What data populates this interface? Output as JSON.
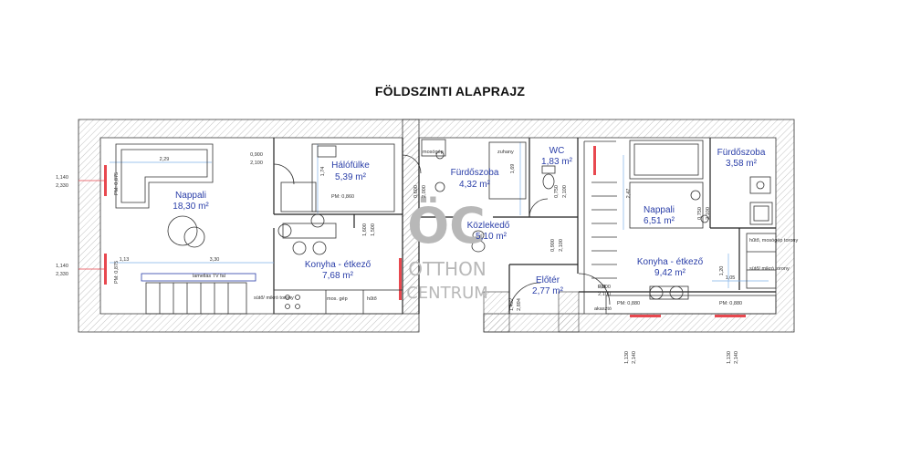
{
  "title": "FÖLDSZINTI ALAPRAJZ",
  "watermark": {
    "logo": "ÖC",
    "line1": "OTTHON",
    "line2": "CENTRUM"
  },
  "colors": {
    "room_text": "#2a3ea8",
    "wall_hatch": "#999999",
    "window_red": "#e8484f",
    "dim_blue": "#7fb0e8",
    "watermark": "#b8b8b8"
  },
  "rooms": [
    {
      "id": "nappali-left",
      "name": "Nappali",
      "area": "18,30 m²"
    },
    {
      "id": "halofulke",
      "name": "Hálófülke",
      "area": "5,39 m²"
    },
    {
      "id": "konyha-left",
      "name": "Konyha - étkező",
      "area": "7,68 m²"
    },
    {
      "id": "furdo-left",
      "name": "Fürdőszoba",
      "area": "4,32 m²"
    },
    {
      "id": "wc",
      "name": "WC",
      "area": "1,83 m²"
    },
    {
      "id": "kozlekedo",
      "name": "Közlekedő",
      "area": "5,10 m²"
    },
    {
      "id": "eloter",
      "name": "Előtér",
      "area": "2,77 m²"
    },
    {
      "id": "nappali-right",
      "name": "Nappali",
      "area": "6,51 m²"
    },
    {
      "id": "konyha-right",
      "name": "Konyha - étkező",
      "area": "9,42 m²"
    },
    {
      "id": "furdo-right",
      "name": "Fürdőszoba",
      "area": "3,58 m²"
    }
  ],
  "labels": {
    "pm_860": "PM: 0,860",
    "pm_880_a": "PM: 0,880",
    "pm_880_b": "PM: 0,880",
    "pm_875": "PM: 0,875",
    "pm_875_b": "PM: 0,875",
    "lamellas": "lamellás TV fal",
    "mosogep": "mosógép",
    "zuhany": "zuhany",
    "mos_gep": "mos. gép",
    "huto": "hűtő",
    "sutomikro_l": "sütő/ mikró torony",
    "huto_mosogep": "hűtő, mosógép torony",
    "sutomikro_r": "sütő/ mikró torony",
    "akaszto": "akasztó",
    "fel": "FEL"
  },
  "dims": {
    "d229": "2,29",
    "d330": "3,30",
    "d113": "1,13",
    "d174": "1,74",
    "d169": "1,69",
    "d247": "2,47",
    "d120": "1,20",
    "d105": "1,05",
    "w0900_2100_a": "0,900",
    "w0900_2100_a2": "2,100",
    "w1140_a": "1,140",
    "w2330_a": "2,330",
    "w1140_b": "1,140",
    "w2330_b": "2,330",
    "w1600": "1,600",
    "w1500": "1,500",
    "w0600": "0,600",
    "w2000": "2,000",
    "w0750": "0,750",
    "w2100_b": "2,100",
    "w0900_c": "0,900",
    "w2100_c": "2,100",
    "w0900_d": "0,900",
    "w2100_d": "2,100",
    "w1432": "1,432",
    "w2894": "2,894",
    "w1130_a": "1,130",
    "w2140_a": "2,140",
    "w1130_b": "1,130",
    "w2140_b": "2,140",
    "w0750_r": "0,750",
    "w2100_r": "2,100"
  }
}
